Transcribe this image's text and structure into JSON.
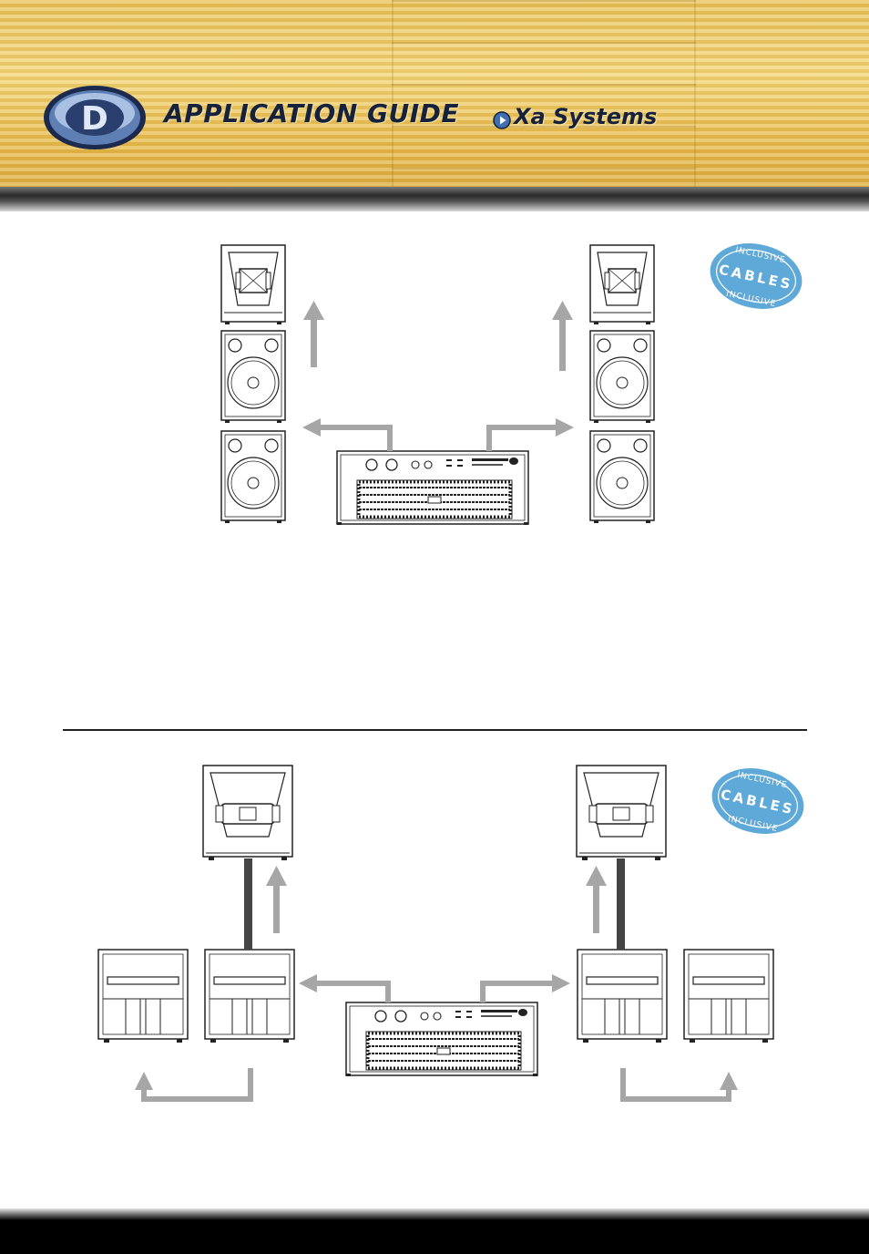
{
  "header": {
    "title": "APPLICATION GUIDE",
    "product": "Xa Systems",
    "logo_letter": "D"
  },
  "badges": {
    "word": "CABLES",
    "ring_text": "INCLUSIVE"
  },
  "icons": {
    "header_logo": "dynacord-logo-icon",
    "play": "play-icon",
    "speaker_top": "horn-speaker-icon",
    "speaker_woofer": "woofer-speaker-icon",
    "subwoofer": "subwoofer-icon",
    "amplifier": "amplifier-icon",
    "arrow": "arrow-icon"
  },
  "colors": {
    "header_gold": "#e9c25a",
    "title_navy": "#16213c",
    "badge_blue": "#5ea9d8",
    "arrow_gray": "#a6a6a6",
    "cable_dark": "#444444",
    "footer_black": "#000000"
  }
}
